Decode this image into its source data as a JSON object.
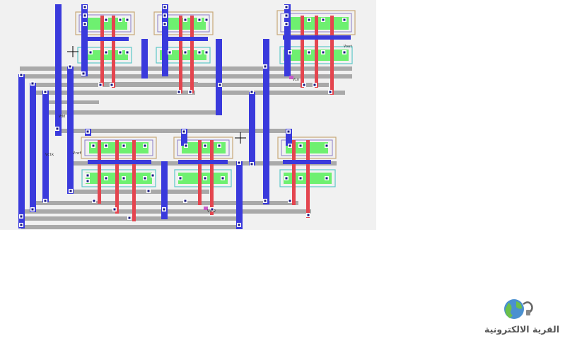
{
  "layout": {
    "net_labels": {
      "top_right_output": "Vout",
      "top_center_mid": "Vin",
      "left_rail": "Vdd",
      "left_mid": "Vclk",
      "left_mid2": "Vref",
      "bottom_mid": "Vin2"
    }
  },
  "colors": {
    "canvas_background": "#f1f1f1",
    "metal1_gray": "#a9a9a9",
    "metal2_blue": "#3a3adc",
    "poly_red": "#e4454f",
    "active_green": "#6ef070",
    "nwell_tan": "#c8a878",
    "pselect_cyan": "#5cc8c8",
    "contact_white": "#ffffff",
    "contact_dark": "#1a1a80"
  },
  "logo": {
    "text": "القرية الالكترونية",
    "icon": "globe-with-plug-icon"
  }
}
